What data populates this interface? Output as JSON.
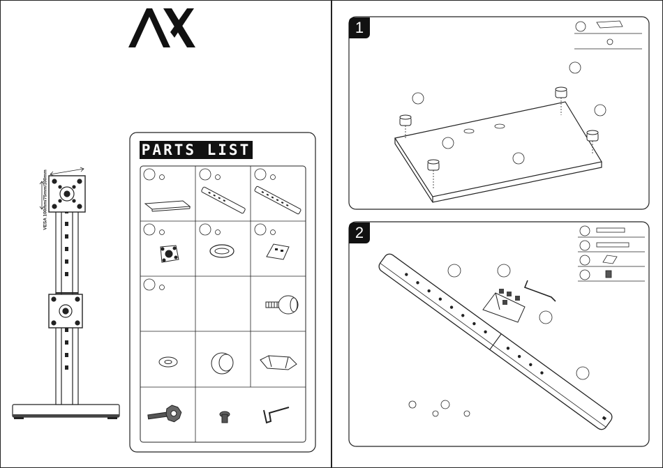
{
  "brand": {
    "logo_text": "AX"
  },
  "parts_list": {
    "title": "PARTS LIST"
  },
  "stand": {
    "vesa_label": "VESA 100mm/75mm/100mm"
  },
  "steps": [
    {
      "number": "1"
    },
    {
      "number": "2"
    }
  ]
}
